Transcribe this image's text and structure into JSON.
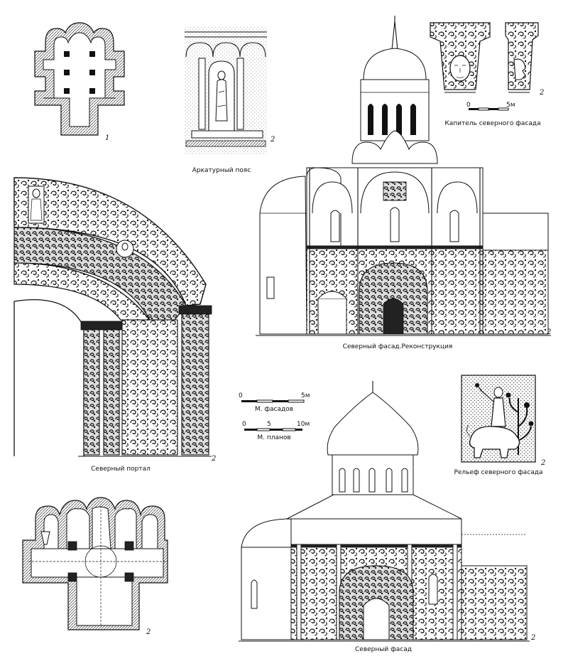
{
  "figures": {
    "plan_top": {
      "number": "1"
    },
    "arcature": {
      "caption": "Аркатурный пояс",
      "number": "2"
    },
    "capital": {
      "caption": "Капитель северного фасада",
      "number": "2",
      "scale_start": "0",
      "scale_end": "5м"
    },
    "portal": {
      "caption": "Северный портал",
      "number": "2"
    },
    "reconstruction": {
      "caption": "Северный фасад.Реконструкция",
      "number": "2"
    },
    "relief": {
      "caption": "Рельеф северного фасада",
      "number": "2"
    },
    "plan_bottom": {
      "number": "2"
    },
    "facade": {
      "caption": "Северный фасад",
      "number": "2"
    }
  },
  "scales": {
    "facades": {
      "label": "М. фасадов",
      "ticks": [
        "0",
        "5м"
      ]
    },
    "plans": {
      "label": "М. планов",
      "ticks": [
        "0",
        "5",
        "10м"
      ]
    }
  }
}
